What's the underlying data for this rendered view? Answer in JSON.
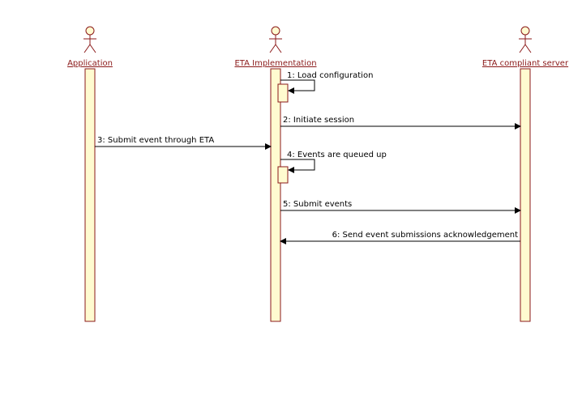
{
  "diagram": {
    "type": "sequence",
    "colors": {
      "outline": "#8b1a1a",
      "fill": "#fffbd0",
      "arrow": "#000000"
    },
    "actors": [
      {
        "id": "app",
        "label": "Application",
        "icon": "actor-icon"
      },
      {
        "id": "eta",
        "label": "ETA Implementation",
        "icon": "actor-icon"
      },
      {
        "id": "srv",
        "label": "ETA compliant server",
        "icon": "actor-icon"
      }
    ],
    "messages": [
      {
        "from": "eta",
        "to": "eta",
        "label": "1: Load configuration"
      },
      {
        "from": "eta",
        "to": "srv",
        "label": "2: Initiate session"
      },
      {
        "from": "app",
        "to": "eta",
        "label": "3: Submit event through ETA"
      },
      {
        "from": "eta",
        "to": "eta",
        "label": "4: Events are queued up"
      },
      {
        "from": "eta",
        "to": "srv",
        "label": "5: Submit events"
      },
      {
        "from": "srv",
        "to": "eta",
        "label": "6: Send event submissions acknowledgement"
      }
    ]
  }
}
